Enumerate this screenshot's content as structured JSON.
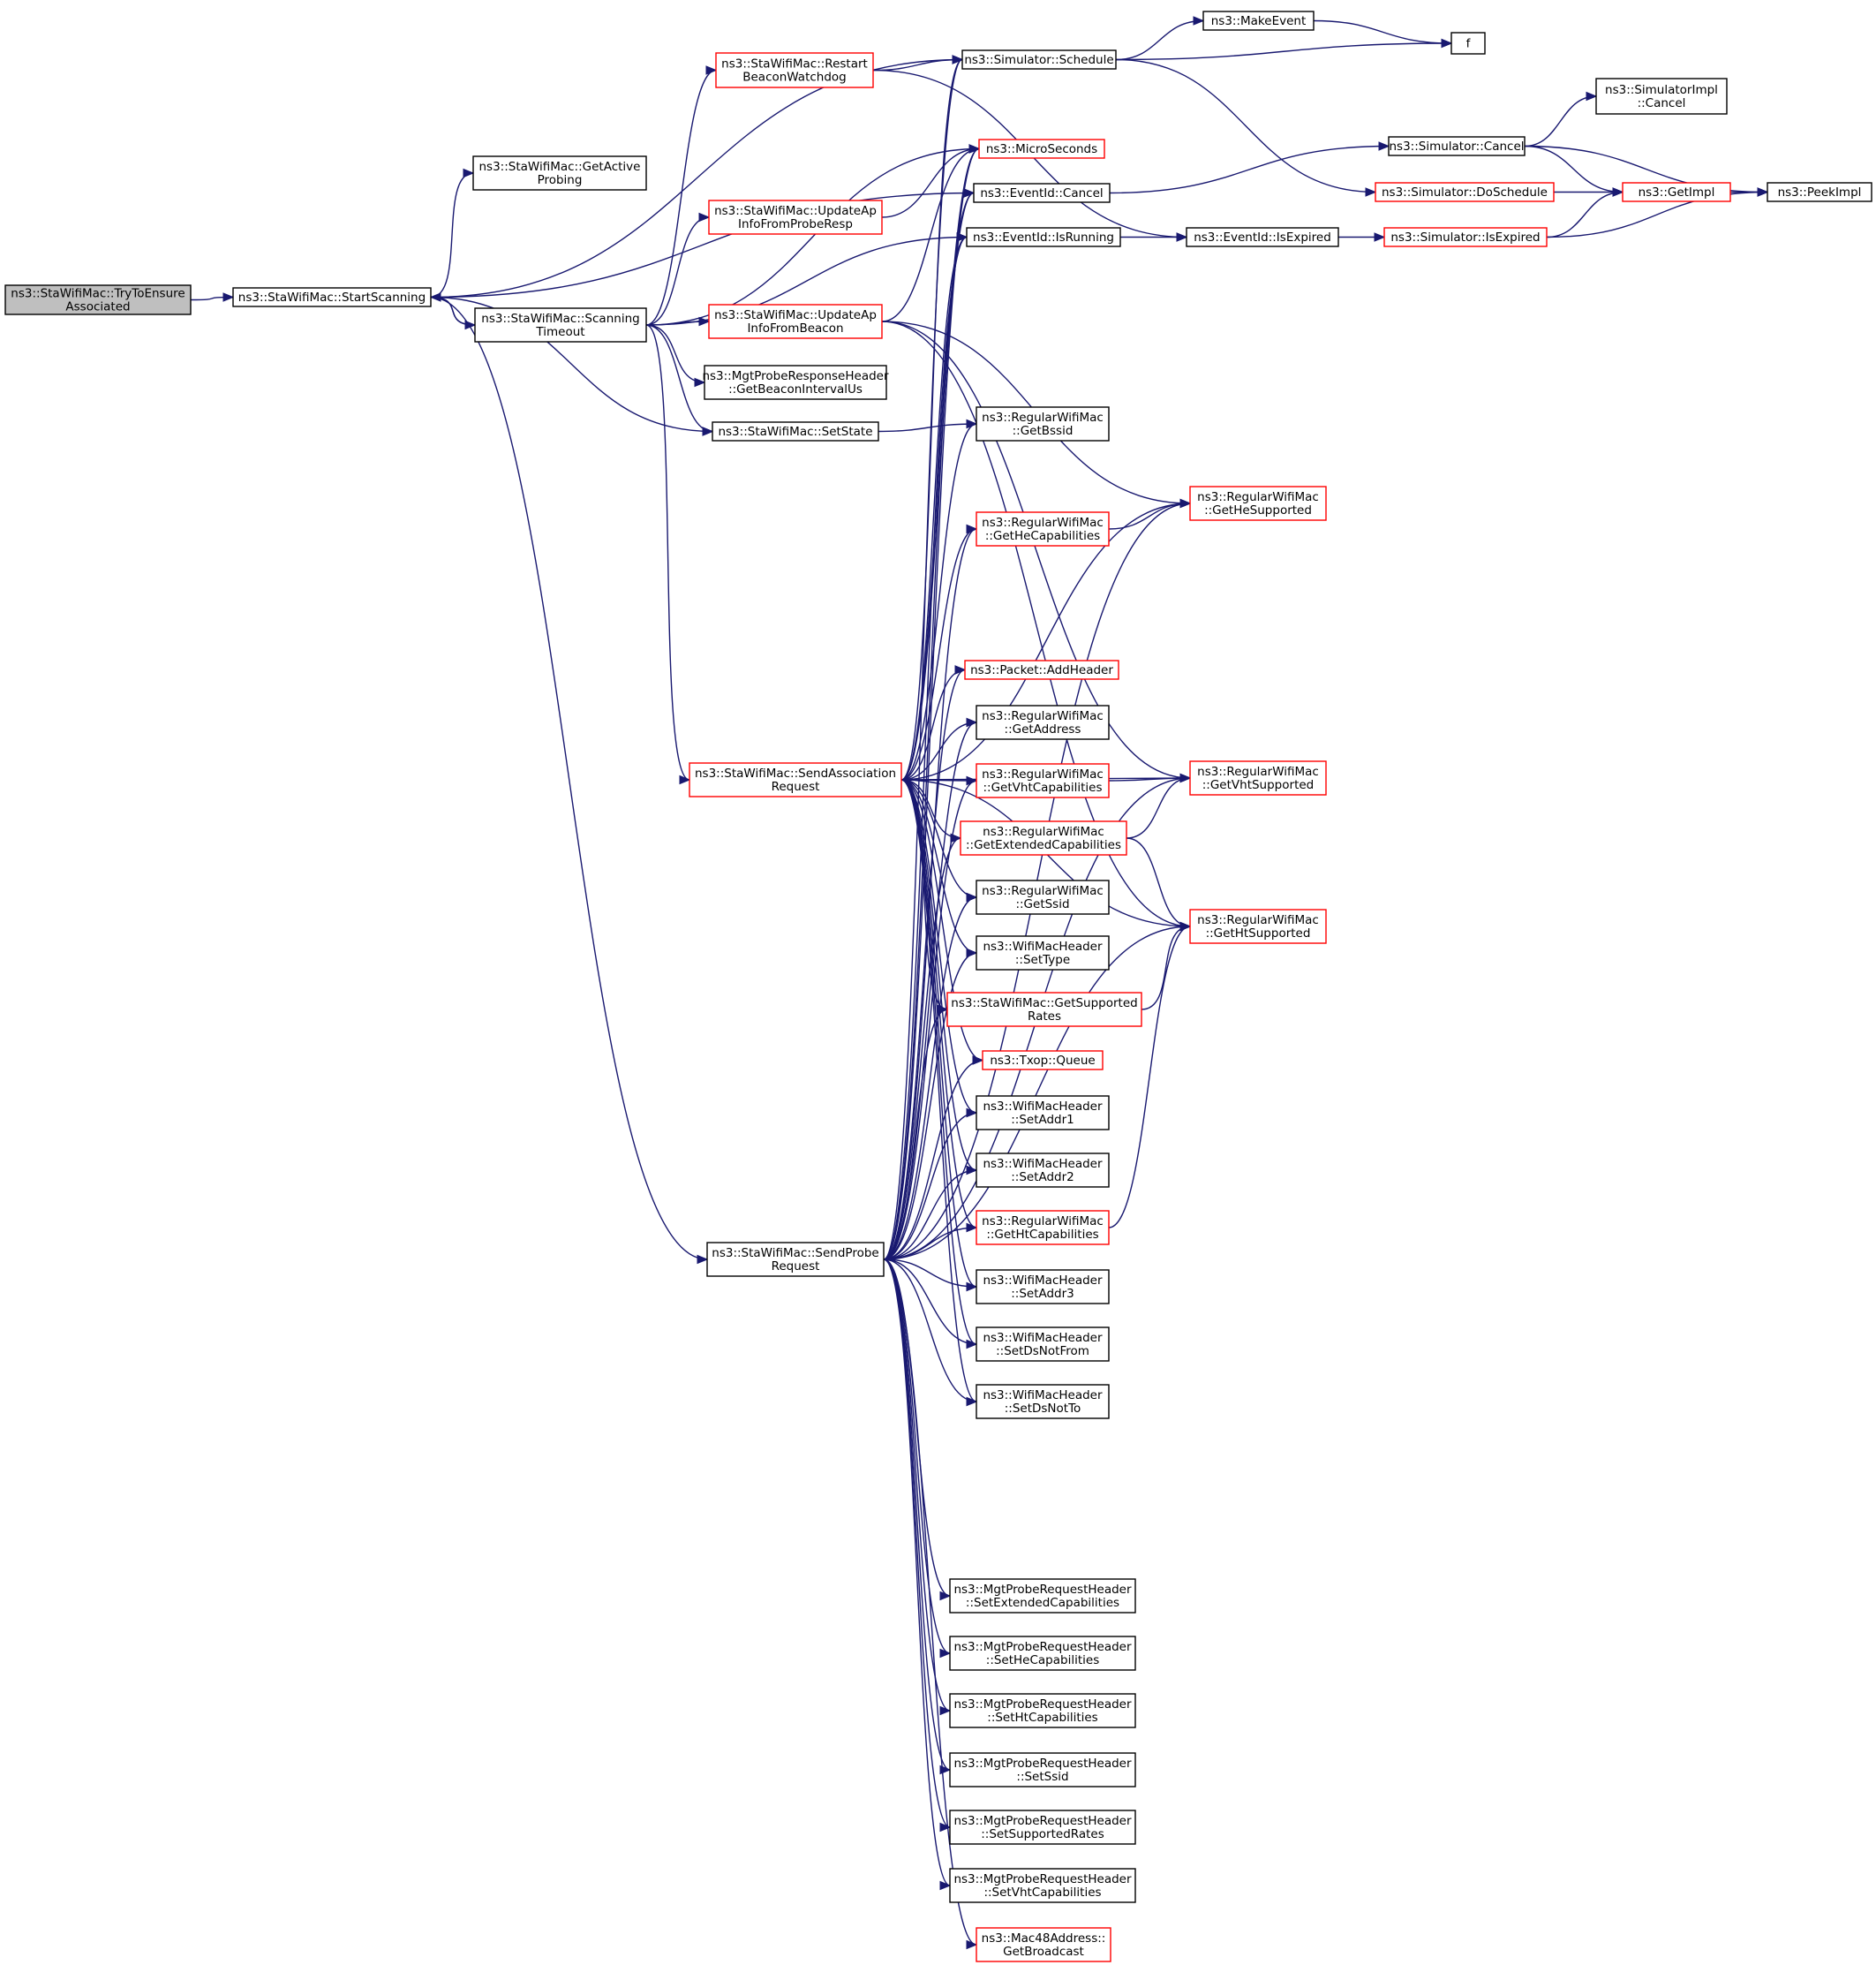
{
  "colors": {
    "edge": "#191970",
    "border_default": "#000000",
    "border_truncated": "#ff0000",
    "root_fill": "#bfbfbf",
    "node_fill": "#ffffff"
  },
  "nodes": [
    {
      "id": "try",
      "lines": [
        "ns3::StaWifiMac::TryToEnsure",
        "Associated"
      ],
      "root": true
    },
    {
      "id": "startscan",
      "lines": [
        "ns3::StaWifiMac::StartScanning"
      ]
    },
    {
      "id": "getactive",
      "lines": [
        "ns3::StaWifiMac::GetActive",
        "Probing"
      ]
    },
    {
      "id": "scantimeout",
      "lines": [
        "ns3::StaWifiMac::Scanning",
        "Timeout"
      ]
    },
    {
      "id": "restartbeacon",
      "lines": [
        "ns3::StaWifiMac::Restart",
        "BeaconWatchdog"
      ],
      "red": true
    },
    {
      "id": "updateprobe",
      "lines": [
        "ns3::StaWifiMac::UpdateAp",
        "InfoFromProbeResp"
      ],
      "red": true
    },
    {
      "id": "updatebeacon",
      "lines": [
        "ns3::StaWifiMac::UpdateAp",
        "InfoFromBeacon"
      ],
      "red": true
    },
    {
      "id": "getbeaconint",
      "lines": [
        "ns3::MgtProbeResponseHeader",
        "::GetBeaconIntervalUs"
      ]
    },
    {
      "id": "setstate",
      "lines": [
        "ns3::StaWifiMac::SetState"
      ]
    },
    {
      "id": "sendassoc",
      "lines": [
        "ns3::StaWifiMac::SendAssociation",
        "Request"
      ],
      "red": true
    },
    {
      "id": "sendprobe",
      "lines": [
        "ns3::StaWifiMac::SendProbe",
        "Request"
      ]
    },
    {
      "id": "schedule",
      "lines": [
        "ns3::Simulator::Schedule"
      ]
    },
    {
      "id": "makeevent",
      "lines": [
        "ns3::MakeEvent"
      ]
    },
    {
      "id": "f",
      "lines": [
        "f"
      ]
    },
    {
      "id": "micro",
      "lines": [
        "ns3::MicroSeconds"
      ],
      "red": true
    },
    {
      "id": "evcancel",
      "lines": [
        "ns3::EventId::Cancel"
      ]
    },
    {
      "id": "isrunning",
      "lines": [
        "ns3::EventId::IsRunning"
      ]
    },
    {
      "id": "getbssid",
      "lines": [
        "ns3::RegularWifiMac",
        "::GetBssid"
      ]
    },
    {
      "id": "gethecap",
      "lines": [
        "ns3::RegularWifiMac",
        "::GetHeCapabilities"
      ],
      "red": true
    },
    {
      "id": "addheader",
      "lines": [
        "ns3::Packet::AddHeader"
      ],
      "red": true
    },
    {
      "id": "getaddress",
      "lines": [
        "ns3::RegularWifiMac",
        "::GetAddress"
      ]
    },
    {
      "id": "getvhtcap",
      "lines": [
        "ns3::RegularWifiMac",
        "::GetVhtCapabilities"
      ],
      "red": true
    },
    {
      "id": "getextcap",
      "lines": [
        "ns3::RegularWifiMac",
        "::GetExtendedCapabilities"
      ],
      "red": true
    },
    {
      "id": "getssid",
      "lines": [
        "ns3::RegularWifiMac",
        "::GetSsid"
      ]
    },
    {
      "id": "settype",
      "lines": [
        "ns3::WifiMacHeader",
        "::SetType"
      ]
    },
    {
      "id": "getsuprates",
      "lines": [
        "ns3::StaWifiMac::GetSupported",
        "Rates"
      ],
      "red": true
    },
    {
      "id": "queue",
      "lines": [
        "ns3::Txop::Queue"
      ],
      "red": true
    },
    {
      "id": "setaddr1",
      "lines": [
        "ns3::WifiMacHeader",
        "::SetAddr1"
      ]
    },
    {
      "id": "setaddr2",
      "lines": [
        "ns3::WifiMacHeader",
        "::SetAddr2"
      ]
    },
    {
      "id": "gethtcap",
      "lines": [
        "ns3::RegularWifiMac",
        "::GetHtCapabilities"
      ],
      "red": true
    },
    {
      "id": "setaddr3",
      "lines": [
        "ns3::WifiMacHeader",
        "::SetAddr3"
      ]
    },
    {
      "id": "setdsnotfrom",
      "lines": [
        "ns3::WifiMacHeader",
        "::SetDsNotFrom"
      ]
    },
    {
      "id": "setdsnotto",
      "lines": [
        "ns3::WifiMacHeader",
        "::SetDsNotTo"
      ]
    },
    {
      "id": "mgtsetext",
      "lines": [
        "ns3::MgtProbeRequestHeader",
        "::SetExtendedCapabilities"
      ]
    },
    {
      "id": "mgtsethe",
      "lines": [
        "ns3::MgtProbeRequestHeader",
        "::SetHeCapabilities"
      ]
    },
    {
      "id": "mgtsetht",
      "lines": [
        "ns3::MgtProbeRequestHeader",
        "::SetHtCapabilities"
      ]
    },
    {
      "id": "mgtsetssid",
      "lines": [
        "ns3::MgtProbeRequestHeader",
        "::SetSsid"
      ]
    },
    {
      "id": "mgtsetrates",
      "lines": [
        "ns3::MgtProbeRequestHeader",
        "::SetSupportedRates"
      ]
    },
    {
      "id": "mgtsetvht",
      "lines": [
        "ns3::MgtProbeRequestHeader",
        "::SetVhtCapabilities"
      ]
    },
    {
      "id": "broadcast",
      "lines": [
        "ns3::Mac48Address::",
        "GetBroadcast"
      ],
      "red": true
    },
    {
      "id": "simcancel",
      "lines": [
        "ns3::Simulator::Cancel"
      ]
    },
    {
      "id": "implcancel",
      "lines": [
        "ns3::SimulatorImpl",
        "::Cancel"
      ]
    },
    {
      "id": "doschedule",
      "lines": [
        "ns3::Simulator::DoSchedule"
      ],
      "red": true
    },
    {
      "id": "getimpl",
      "lines": [
        "ns3::GetImpl"
      ],
      "red": true
    },
    {
      "id": "peekimpl",
      "lines": [
        "ns3::PeekImpl"
      ]
    },
    {
      "id": "isexpired",
      "lines": [
        "ns3::EventId::IsExpired"
      ]
    },
    {
      "id": "simisexpired",
      "lines": [
        "ns3::Simulator::IsExpired"
      ],
      "red": true
    },
    {
      "id": "gethesup",
      "lines": [
        "ns3::RegularWifiMac",
        "::GetHeSupported"
      ],
      "red": true
    },
    {
      "id": "getvhtsup",
      "lines": [
        "ns3::RegularWifiMac",
        "::GetVhtSupported"
      ],
      "red": true
    },
    {
      "id": "gethtsup",
      "lines": [
        "ns3::RegularWifiMac",
        "::GetHtSupported"
      ],
      "red": true
    }
  ],
  "edges": [
    [
      "try",
      "startscan"
    ],
    [
      "startscan",
      "getactive"
    ],
    [
      "startscan",
      "scantimeout"
    ],
    [
      "startscan",
      "schedule"
    ],
    [
      "startscan",
      "evcancel"
    ],
    [
      "startscan",
      "setstate"
    ],
    [
      "startscan",
      "sendprobe"
    ],
    [
      "scantimeout",
      "startscan"
    ],
    [
      "scantimeout",
      "restartbeacon"
    ],
    [
      "scantimeout",
      "micro"
    ],
    [
      "scantimeout",
      "updateprobe"
    ],
    [
      "scantimeout",
      "isrunning"
    ],
    [
      "scantimeout",
      "updatebeacon"
    ],
    [
      "scantimeout",
      "getbeaconint"
    ],
    [
      "scantimeout",
      "setstate"
    ],
    [
      "scantimeout",
      "sendassoc"
    ],
    [
      "restartbeacon",
      "schedule"
    ],
    [
      "restartbeacon",
      "isexpired"
    ],
    [
      "updateprobe",
      "micro"
    ],
    [
      "updatebeacon",
      "micro"
    ],
    [
      "updatebeacon",
      "gethesup"
    ],
    [
      "updatebeacon",
      "getvhtsup"
    ],
    [
      "updatebeacon",
      "gethtsup"
    ],
    [
      "setstate",
      "getbssid"
    ],
    [
      "schedule",
      "makeevent"
    ],
    [
      "schedule",
      "f"
    ],
    [
      "schedule",
      "doschedule"
    ],
    [
      "makeevent",
      "f"
    ],
    [
      "evcancel",
      "simcancel"
    ],
    [
      "isrunning",
      "isexpired"
    ],
    [
      "isexpired",
      "simisexpired"
    ],
    [
      "simcancel",
      "implcancel"
    ],
    [
      "simcancel",
      "getimpl"
    ],
    [
      "simcancel",
      "peekimpl"
    ],
    [
      "doschedule",
      "getimpl"
    ],
    [
      "getimpl",
      "peekimpl"
    ],
    [
      "simisexpired",
      "getimpl"
    ],
    [
      "simisexpired",
      "peekimpl"
    ],
    [
      "gethecap",
      "gethesup"
    ],
    [
      "getvhtcap",
      "getvhtsup"
    ],
    [
      "getextcap",
      "getvhtsup"
    ],
    [
      "getextcap",
      "gethtsup"
    ],
    [
      "getsuprates",
      "gethtsup"
    ],
    [
      "gethtcap",
      "gethtsup"
    ],
    [
      "sendassoc",
      "schedule"
    ],
    [
      "sendassoc",
      "micro"
    ],
    [
      "sendassoc",
      "evcancel"
    ],
    [
      "sendassoc",
      "isrunning"
    ],
    [
      "sendassoc",
      "getbssid"
    ],
    [
      "sendassoc",
      "gethesup"
    ],
    [
      "sendassoc",
      "gethecap"
    ],
    [
      "sendassoc",
      "addheader"
    ],
    [
      "sendassoc",
      "getaddress"
    ],
    [
      "sendassoc",
      "getvhtcap"
    ],
    [
      "sendassoc",
      "getextcap"
    ],
    [
      "sendassoc",
      "getssid"
    ],
    [
      "sendassoc",
      "settype"
    ],
    [
      "sendassoc",
      "getsuprates"
    ],
    [
      "sendassoc",
      "queue"
    ],
    [
      "sendassoc",
      "setaddr1"
    ],
    [
      "sendassoc",
      "setaddr2"
    ],
    [
      "sendassoc",
      "gethtcap"
    ],
    [
      "sendassoc",
      "setaddr3"
    ],
    [
      "sendassoc",
      "setdsnotfrom"
    ],
    [
      "sendassoc",
      "setdsnotto"
    ],
    [
      "sendassoc",
      "getvhtsup"
    ],
    [
      "sendassoc",
      "gethtsup"
    ],
    [
      "sendprobe",
      "schedule"
    ],
    [
      "sendprobe",
      "micro"
    ],
    [
      "sendprobe",
      "evcancel"
    ],
    [
      "sendprobe",
      "isrunning"
    ],
    [
      "sendprobe",
      "gethecap"
    ],
    [
      "sendprobe",
      "addheader"
    ],
    [
      "sendprobe",
      "getaddress"
    ],
    [
      "sendprobe",
      "getvhtcap"
    ],
    [
      "sendprobe",
      "getextcap"
    ],
    [
      "sendprobe",
      "getssid"
    ],
    [
      "sendprobe",
      "settype"
    ],
    [
      "sendprobe",
      "getsuprates"
    ],
    [
      "sendprobe",
      "queue"
    ],
    [
      "sendprobe",
      "setaddr1"
    ],
    [
      "sendprobe",
      "setaddr2"
    ],
    [
      "sendprobe",
      "gethtcap"
    ],
    [
      "sendprobe",
      "setaddr3"
    ],
    [
      "sendprobe",
      "setdsnotfrom"
    ],
    [
      "sendprobe",
      "setdsnotto"
    ],
    [
      "sendprobe",
      "gethesup"
    ],
    [
      "sendprobe",
      "getvhtsup"
    ],
    [
      "sendprobe",
      "gethtsup"
    ],
    [
      "sendprobe",
      "mgtsetext"
    ],
    [
      "sendprobe",
      "mgtsethe"
    ],
    [
      "sendprobe",
      "mgtsetht"
    ],
    [
      "sendprobe",
      "mgtsetssid"
    ],
    [
      "sendprobe",
      "mgtsetrates"
    ],
    [
      "sendprobe",
      "mgtsetvht"
    ],
    [
      "sendprobe",
      "broadcast"
    ]
  ]
}
